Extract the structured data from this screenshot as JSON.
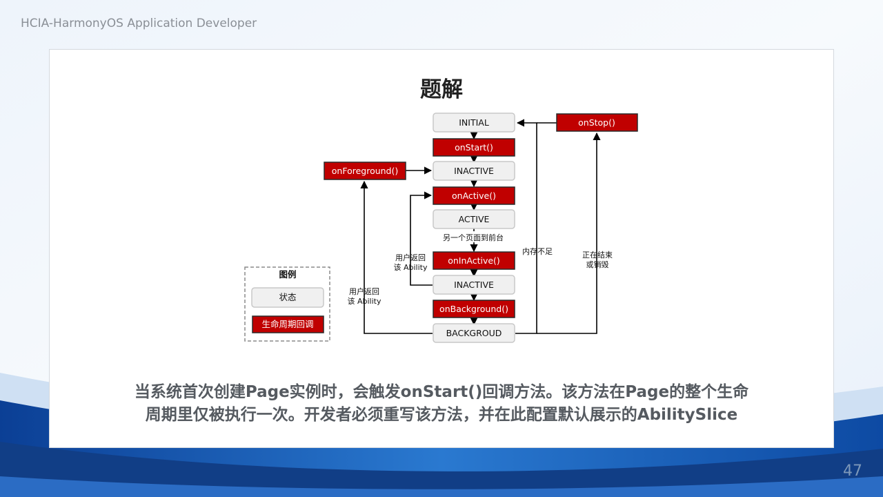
{
  "header": {
    "title": "HCIA-HarmonyOS Application Developer"
  },
  "slide": {
    "title": "题解",
    "page_number": "47",
    "caption_line1": "当系统首次创建Page实例时，会触发onStart()回调方法。该方法在Page的整个生命",
    "caption_line2": "周期里仅被执行一次。开发者必须重写该方法，并在此配置默认展示的AbilitySlice"
  },
  "diagram": {
    "states": {
      "initial": "INITIAL",
      "inactive1": "INACTIVE",
      "active": "ACTIVE",
      "inactive2": "INACTIVE",
      "background": "BACKGROUD"
    },
    "callbacks": {
      "onstart": "onStart()",
      "onforeground": "onForeground()",
      "onactive": "onActive()",
      "oninactive": "onInActive()",
      "onbackground": "onBackground()",
      "onstop": "onStop()"
    },
    "notes": {
      "other_page_front": "另一个页面到前台",
      "user_return_1_line1": "用户返回",
      "user_return_1_line2": "该 Ability",
      "user_return_2_line1": "用户返回",
      "user_return_2_line2": "该 Ability",
      "memory_low": "内存不足",
      "ending_line1": "正在结束",
      "ending_line2": "或销毁"
    },
    "legend": {
      "title": "图例",
      "state": "状态",
      "callback": "生命周期回调"
    }
  },
  "colors": {
    "callback_fill": "#c00000",
    "state_fill": "#f0f0f0",
    "caption_text": "#555a60",
    "background_blue": "#1f5fb4"
  }
}
